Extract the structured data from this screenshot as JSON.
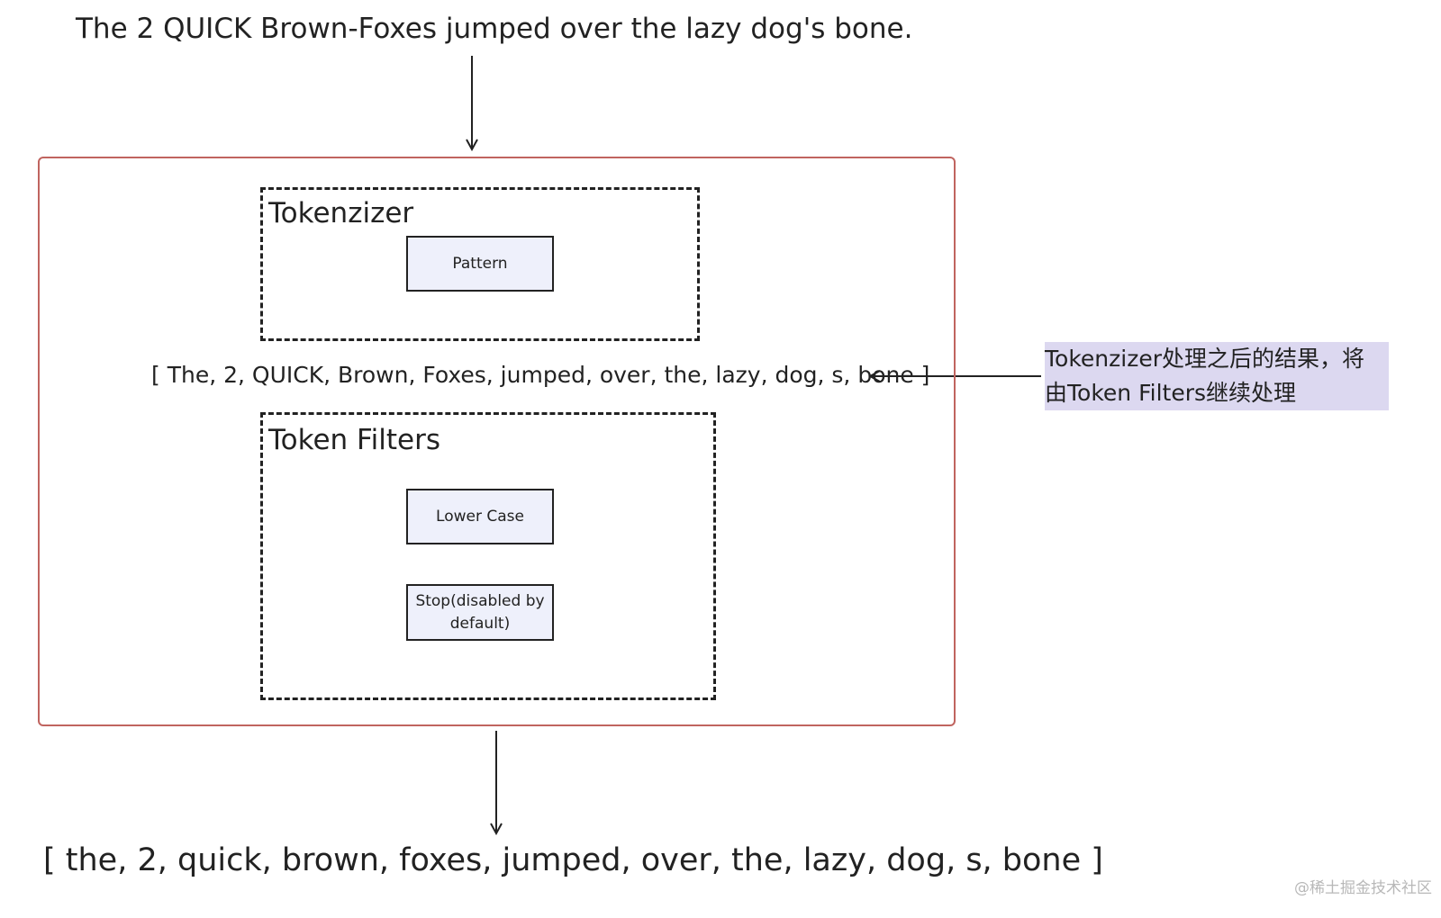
{
  "input_sentence": "The 2 QUICK Brown-Foxes jumped over the lazy dog's bone.",
  "tokenizer": {
    "title": "Tokenzizer",
    "component": "Pattern"
  },
  "token_list": "[ The, 2, QUICK, Brown, Foxes, jumped, over, the, lazy, dog, s, bone ]",
  "token_filters": {
    "title": "Token Filters",
    "components": [
      "Lower Case",
      "Stop(disabled by default)"
    ]
  },
  "note": {
    "line1": "Tokenzizer处理之后的结果，将",
    "line2": "由Token Filters继续处理"
  },
  "output": "[ the, 2, quick, brown, foxes, jumped, over, the, lazy, dog, s, bone ]",
  "watermark": "@稀土掘金技术社区",
  "colors": {
    "analyzer_border": "#c0645f",
    "component_fill": "#eef0fb",
    "note_highlight": "#dcd8f0"
  }
}
